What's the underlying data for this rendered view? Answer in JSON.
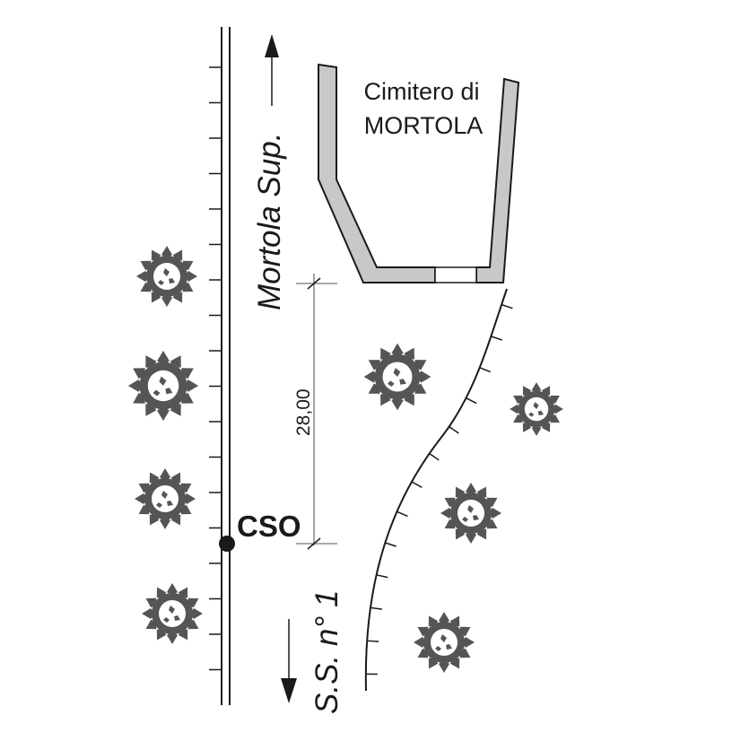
{
  "cemetery": {
    "line1": "Cimitero di",
    "line2": "MORTOLA"
  },
  "road_north_label": "Mortola Sup.",
  "road_south_label": "S.S. n° 1",
  "cso_label": "CSO",
  "dimension_label": "28,00",
  "colors": {
    "ink": "#1a1a1a",
    "wall_fill": "#c8c8c8",
    "tree_fill": "#555555"
  },
  "icons": {
    "tree": "tree-canopy-icon",
    "arrow": "arrow-icon",
    "point": "cso-point-icon"
  }
}
